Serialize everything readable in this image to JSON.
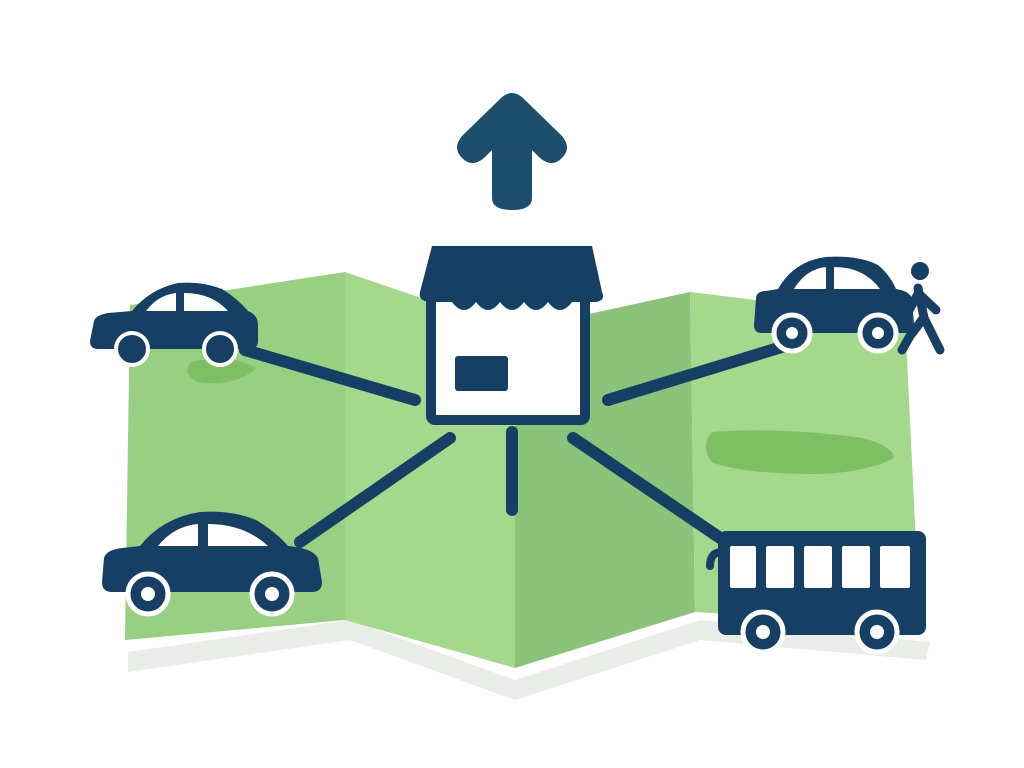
{
  "colors": {
    "background": "#ffffff",
    "icon": "#163f63",
    "arrow": "#1d4e6e",
    "map_light": "#a4d88c",
    "map_mid": "#98cf82",
    "map_dark": "#8bc37a",
    "map_highlight": "#7fbf63",
    "map_shadow": "#e9ece9",
    "storefront": "#ffffff",
    "bus_window": "#ffffff"
  },
  "diagram": {
    "hub": {
      "icon": "storefront-icon"
    },
    "up_arrow": {
      "icon": "arrow-up-icon"
    },
    "spokes": [
      {
        "name": "car-left-top",
        "icon": "car-icon"
      },
      {
        "name": "car-left-bottom",
        "icon": "car-icon"
      },
      {
        "name": "car-right-top",
        "icon": "car-icon"
      },
      {
        "name": "pedestrian",
        "icon": "walking-person-icon"
      },
      {
        "name": "bus-right-bottom",
        "icon": "bus-icon"
      }
    ],
    "background": {
      "icon": "folded-map-icon"
    }
  }
}
